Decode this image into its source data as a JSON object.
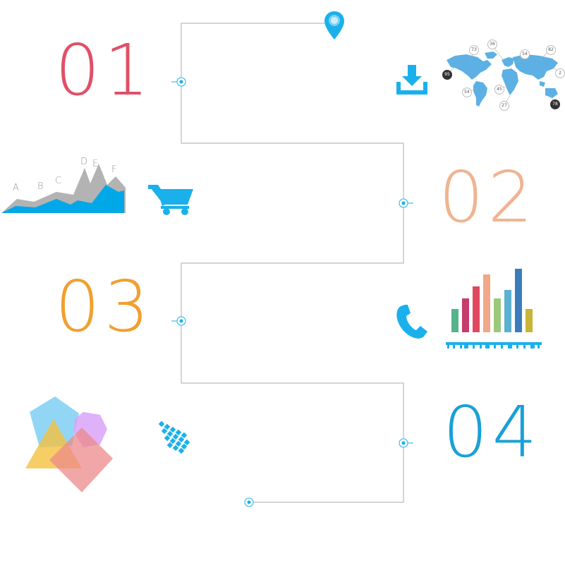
{
  "steps": [
    {
      "label": "01",
      "color": "#e05068"
    },
    {
      "label": "02",
      "color": "#f0b490"
    },
    {
      "label": "03",
      "color": "#f0a030"
    },
    {
      "label": "04",
      "color": "#1aa0d8"
    }
  ],
  "map_markers": [
    "73",
    "36",
    "54",
    "82",
    "2",
    "95",
    "54",
    "45",
    "27",
    "78"
  ],
  "area_chart_labels": [
    "A",
    "B",
    "C",
    "D",
    "E",
    "F"
  ],
  "icons": {
    "pin": "location-pin-icon",
    "download": "download-icon",
    "cart": "shopping-cart-icon",
    "phone": "phone-icon",
    "dots": "dot-grid-icon",
    "world": "world-map-icon"
  },
  "colors": {
    "accent": "#1ab0ec",
    "line": "#bbbbbb"
  },
  "bar_chart": {
    "values": [
      33,
      48,
      65,
      82,
      48,
      60,
      90,
      33
    ],
    "colors": [
      "#56b48c",
      "#c63c6c",
      "#e04860",
      "#f0a888",
      "#9cc87c",
      "#5cb0d0",
      "#3c7cbc",
      "#c8b438"
    ]
  }
}
